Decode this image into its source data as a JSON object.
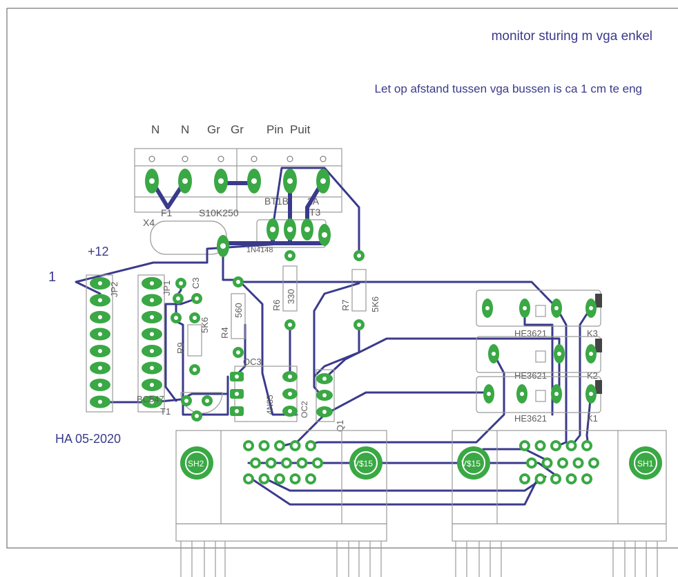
{
  "board": {
    "title_note": "monitor sturing m vga enkel",
    "warning_note": "Let op afstand tussen vga bussen is ca 1 cm te eng",
    "date_note": "HA 05-2020",
    "plus12_label": "+12",
    "pin1_label": "1"
  },
  "connector_labels": [
    "Puit",
    "Pin",
    "Gr",
    "Gr",
    "N",
    "N"
  ],
  "components": {
    "terminal": "X4",
    "fuse_a": "F1",
    "varistor": "S10K250",
    "bt_b": "BT1B",
    "bt_2a": "2A",
    "bt_3": "T3",
    "bridge": "1N4148",
    "jumper": "JP2",
    "jumper_1": "JP1",
    "c3": "C3",
    "r9": "R9",
    "r9_val": "5K6",
    "r4": "R4",
    "r4_val": "560",
    "r6": "R6",
    "r6_val": "330",
    "r7": "R7",
    "r7_val": "5K6",
    "transistor": "BC547",
    "t1": "T1",
    "oc": "OC3",
    "oc_type": "4N35",
    "oc2": "OC2",
    "diode": "Q1",
    "relay_type": "HE3621",
    "k1": "K1",
    "k2": "K2",
    "k3": "K3",
    "sh1": "SH1",
    "sh2": "SH2",
    "vga_a": "V$15",
    "vga_b": "V$15"
  },
  "colors": {
    "copper": "#3aa844",
    "track": "#3a3a8c",
    "outline": "#9a9a9a",
    "text": "#4a4a4a"
  }
}
